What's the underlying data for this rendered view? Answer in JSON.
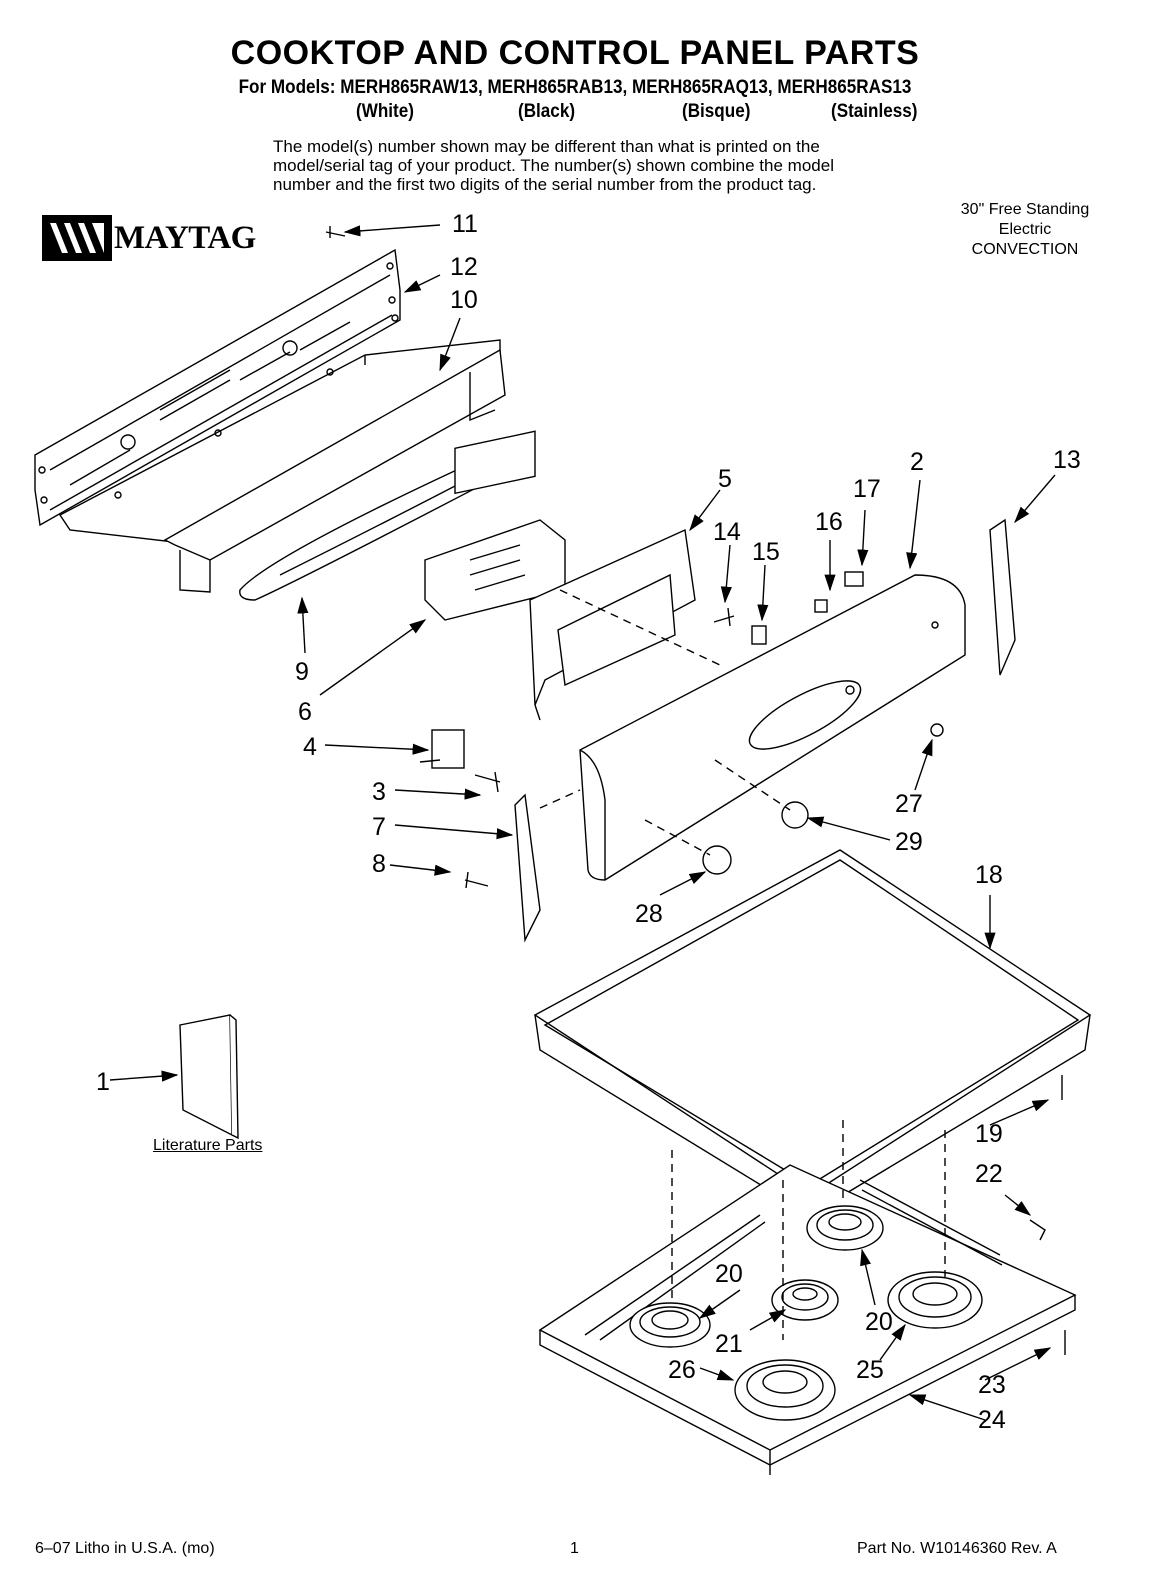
{
  "header": {
    "title": "COOKTOP AND CONTROL PANEL PARTS",
    "models_line": "For Models: MERH865RAW13, MERH865RAB13, MERH865RAQ13, MERH865RAS13",
    "colors": [
      "(White)",
      "(Black)",
      "(Bisque)",
      "(Stainless)"
    ]
  },
  "note": {
    "lines": [
      "The model(s) number shown may be different than what is printed on the",
      "model/serial tag of your product. The number(s) shown combine the model",
      "number and the first two digits of the serial number from the product tag."
    ]
  },
  "spec": {
    "line1": "30\" Free Standing",
    "line2": "Electric",
    "line3": "CONVECTION"
  },
  "brand": {
    "name": "MAYTAG"
  },
  "part_labels": {
    "p1": "1",
    "p2": "2",
    "p3": "3",
    "p4": "4",
    "p5": "5",
    "p6": "6",
    "p7": "7",
    "p8": "8",
    "p9": "9",
    "p10": "10",
    "p11": "11",
    "p12": "12",
    "p13": "13",
    "p14": "14",
    "p15": "15",
    "p16": "16",
    "p17": "17",
    "p18": "18",
    "p19": "19",
    "p20a": "20",
    "p20b": "20",
    "p21": "21",
    "p22": "22",
    "p23": "23",
    "p24": "24",
    "p25": "25",
    "p26": "26",
    "p27": "27",
    "p28": "28",
    "p29": "29"
  },
  "literature_label": "Literature Parts",
  "footer": {
    "left": "6–07 Litho in U.S.A. (mo)",
    "center": "1",
    "right": "Part No. W10146360 Rev. A"
  }
}
